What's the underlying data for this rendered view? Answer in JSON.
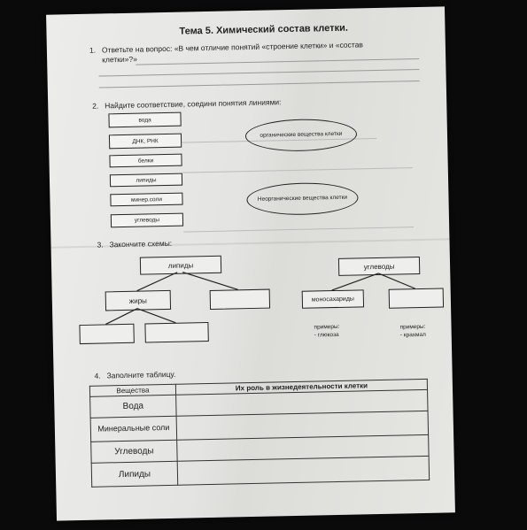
{
  "title": "Тема 5. Химический состав клетки.",
  "q1": {
    "number": "1.",
    "text_line1": "Ответьте на вопрос: «В чем отличие понятий «строение клетки» и «состав",
    "text_line2": "клетки»?»"
  },
  "q2": {
    "number": "2.",
    "text": "Найдите соответствие, соедини понятия линиями:",
    "items": [
      "вода",
      "ДНК, РНК",
      "белки",
      "липиды",
      "минер.соли",
      "углеводы"
    ],
    "oval_organic": "органические вещества клетки",
    "oval_inorganic": "Неорганические вещества клетки"
  },
  "q3": {
    "number": "3.",
    "text": "Закончите схемы:",
    "lipids": "липиды",
    "fats": "жиры",
    "carbs": "углеводы",
    "mono": "моносахариды",
    "examples_left_label": "примеры:",
    "examples_left_value": "- глюкоза",
    "examples_right_label": "примеры:",
    "examples_right_value": "- крахмал"
  },
  "q4": {
    "number": "4.",
    "text": "Заполните таблицу.",
    "col1": "Вещества",
    "col2": "Их роль в жизнедеятельности клетки",
    "rows": [
      "Вода",
      "Минеральные соли",
      "Углеводы",
      "Липиды"
    ]
  }
}
